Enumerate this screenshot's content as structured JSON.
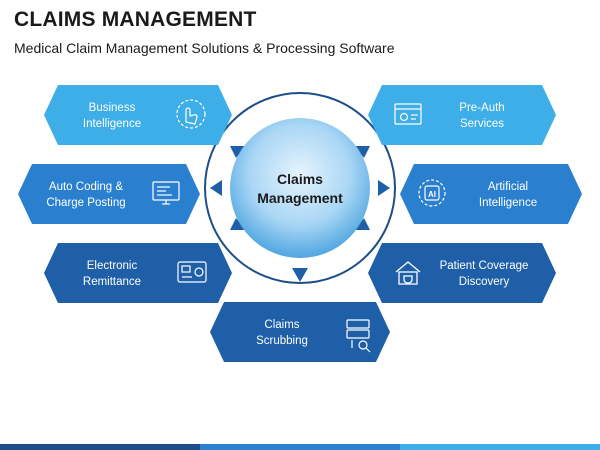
{
  "header": {
    "title": "CLAIMS MANAGEMENT",
    "subtitle": "Medical Claim Management Solutions & Processing Software"
  },
  "center": {
    "line1": "Claims",
    "line2": "Management"
  },
  "nodes": [
    {
      "line1": "Business",
      "line2": "Intelligence",
      "icon": "hand-touch-circuit-icon"
    },
    {
      "line1": "Auto Coding &",
      "line2": "Charge Posting",
      "icon": "monitor-code-icon"
    },
    {
      "line1": "Electronic",
      "line2": "Remittance",
      "icon": "card-reader-icon"
    },
    {
      "line1": "Claims",
      "line2": "Scrubbing",
      "icon": "server-search-icon"
    },
    {
      "line1": "Pre-Auth",
      "line2": "Services",
      "icon": "browser-gear-icon"
    },
    {
      "line1": "Artificial",
      "line2": "Intelligence",
      "icon": "ai-chip-icon"
    },
    {
      "line1": "Patient Coverage",
      "line2": "Discovery",
      "icon": "house-shield-icon"
    }
  ],
  "colors": {
    "light": "#3eaee8",
    "mid": "#2a7fcf",
    "dark": "#1e5fa8",
    "ring": "#1c4e8a",
    "circle_light": "#d6ecfb",
    "circle_dark": "#5fb3e8"
  }
}
